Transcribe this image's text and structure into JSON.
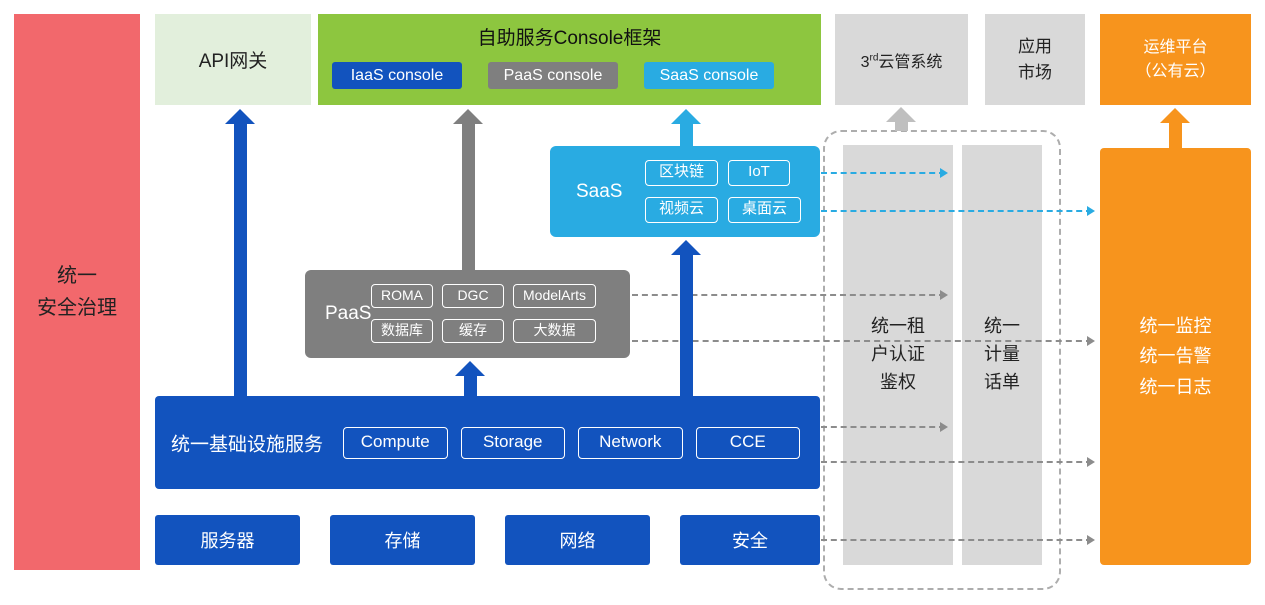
{
  "colors": {
    "red": "#F2686C",
    "light-green": "#E2EFDC",
    "green": "#8DC63F",
    "blue": "#1253BE",
    "gray": "#7F7F7F",
    "light-gray": "#D9D9D9",
    "cyan": "#29ABE2",
    "orange": "#F7941D",
    "line-gray": "#8C8C8C",
    "arrow-light-gray": "#BFBFBF",
    "dash-border": "#ADADAD"
  },
  "left_bar": {
    "label": "统一\n安全治理"
  },
  "api_gateway": {
    "label": "API网关"
  },
  "console_frame": {
    "title": "自助服务Console框架",
    "consoles": [
      {
        "label": "IaaS console"
      },
      {
        "label": "PaaS console"
      },
      {
        "label": "SaaS console"
      }
    ]
  },
  "third_party_cloud": {
    "prefix": "3",
    "sup": "rd",
    "suffix": "云管系统"
  },
  "app_market": {
    "label": "应用\n市场"
  },
  "om_platform": {
    "label": "运维平台\n（公有云）"
  },
  "saas": {
    "label": "SaaS",
    "chips": [
      "区块链",
      "IoT",
      "视频云",
      "桌面云"
    ]
  },
  "paas": {
    "label": "PaaS",
    "chips": [
      "ROMA",
      "DGC",
      "ModelArts",
      "数据库",
      "缓存",
      "大数据"
    ]
  },
  "infra": {
    "label": "统一基础设施服务",
    "chips": [
      "Compute",
      "Storage",
      "Network",
      "CCE"
    ]
  },
  "hardware_row": {
    "items": [
      "服务器",
      "存储",
      "网络",
      "安全"
    ]
  },
  "auth_bar": {
    "label": "统一租\n户认证\n鉴权"
  },
  "metering_bar": {
    "label": "统一\n计量\n话单"
  },
  "monitor_bar": {
    "label": "统一监控\n统一告警\n统一日志"
  },
  "connections": [
    {
      "from": "统一基础设施服务",
      "to": "API网关",
      "style": "solid-arrow",
      "color": "blue"
    },
    {
      "from": "PaaS",
      "to": "自助服务Console框架",
      "style": "solid-arrow",
      "color": "gray"
    },
    {
      "from": "SaaS",
      "to": "自助服务Console框架",
      "style": "solid-arrow",
      "color": "cyan"
    },
    {
      "from": "统一基础设施服务",
      "to": "SaaS",
      "style": "solid-arrow",
      "color": "blue"
    },
    {
      "from": "统一基础设施服务",
      "to": "PaaS",
      "style": "solid-arrow",
      "color": "blue"
    },
    {
      "from": "统一租户认证鉴权",
      "to": "3rd云管系统",
      "style": "solid-arrow",
      "color": "light-gray"
    },
    {
      "from": "统一监控告警日志",
      "to": "运维平台（公有云）",
      "style": "solid-arrow",
      "color": "orange"
    },
    {
      "from": "SaaS",
      "to": "统一计量话单",
      "style": "dashed-arrow",
      "color": "cyan"
    },
    {
      "from": "SaaS",
      "to": "统一监控告警日志",
      "style": "dashed-arrow",
      "color": "cyan"
    },
    {
      "from": "PaaS",
      "to": "统一计量话单",
      "style": "dashed-arrow",
      "color": "gray"
    },
    {
      "from": "PaaS",
      "to": "统一监控告警日志",
      "style": "dashed-arrow",
      "color": "gray"
    },
    {
      "from": "统一基础设施服务",
      "to": "统一计量话单",
      "style": "dashed-arrow",
      "color": "gray"
    },
    {
      "from": "统一基础设施服务",
      "to": "统一监控告警日志",
      "style": "dashed-arrow",
      "color": "gray"
    },
    {
      "from": "安全",
      "to": "统一监控告警日志",
      "style": "dashed-arrow",
      "color": "gray"
    }
  ]
}
